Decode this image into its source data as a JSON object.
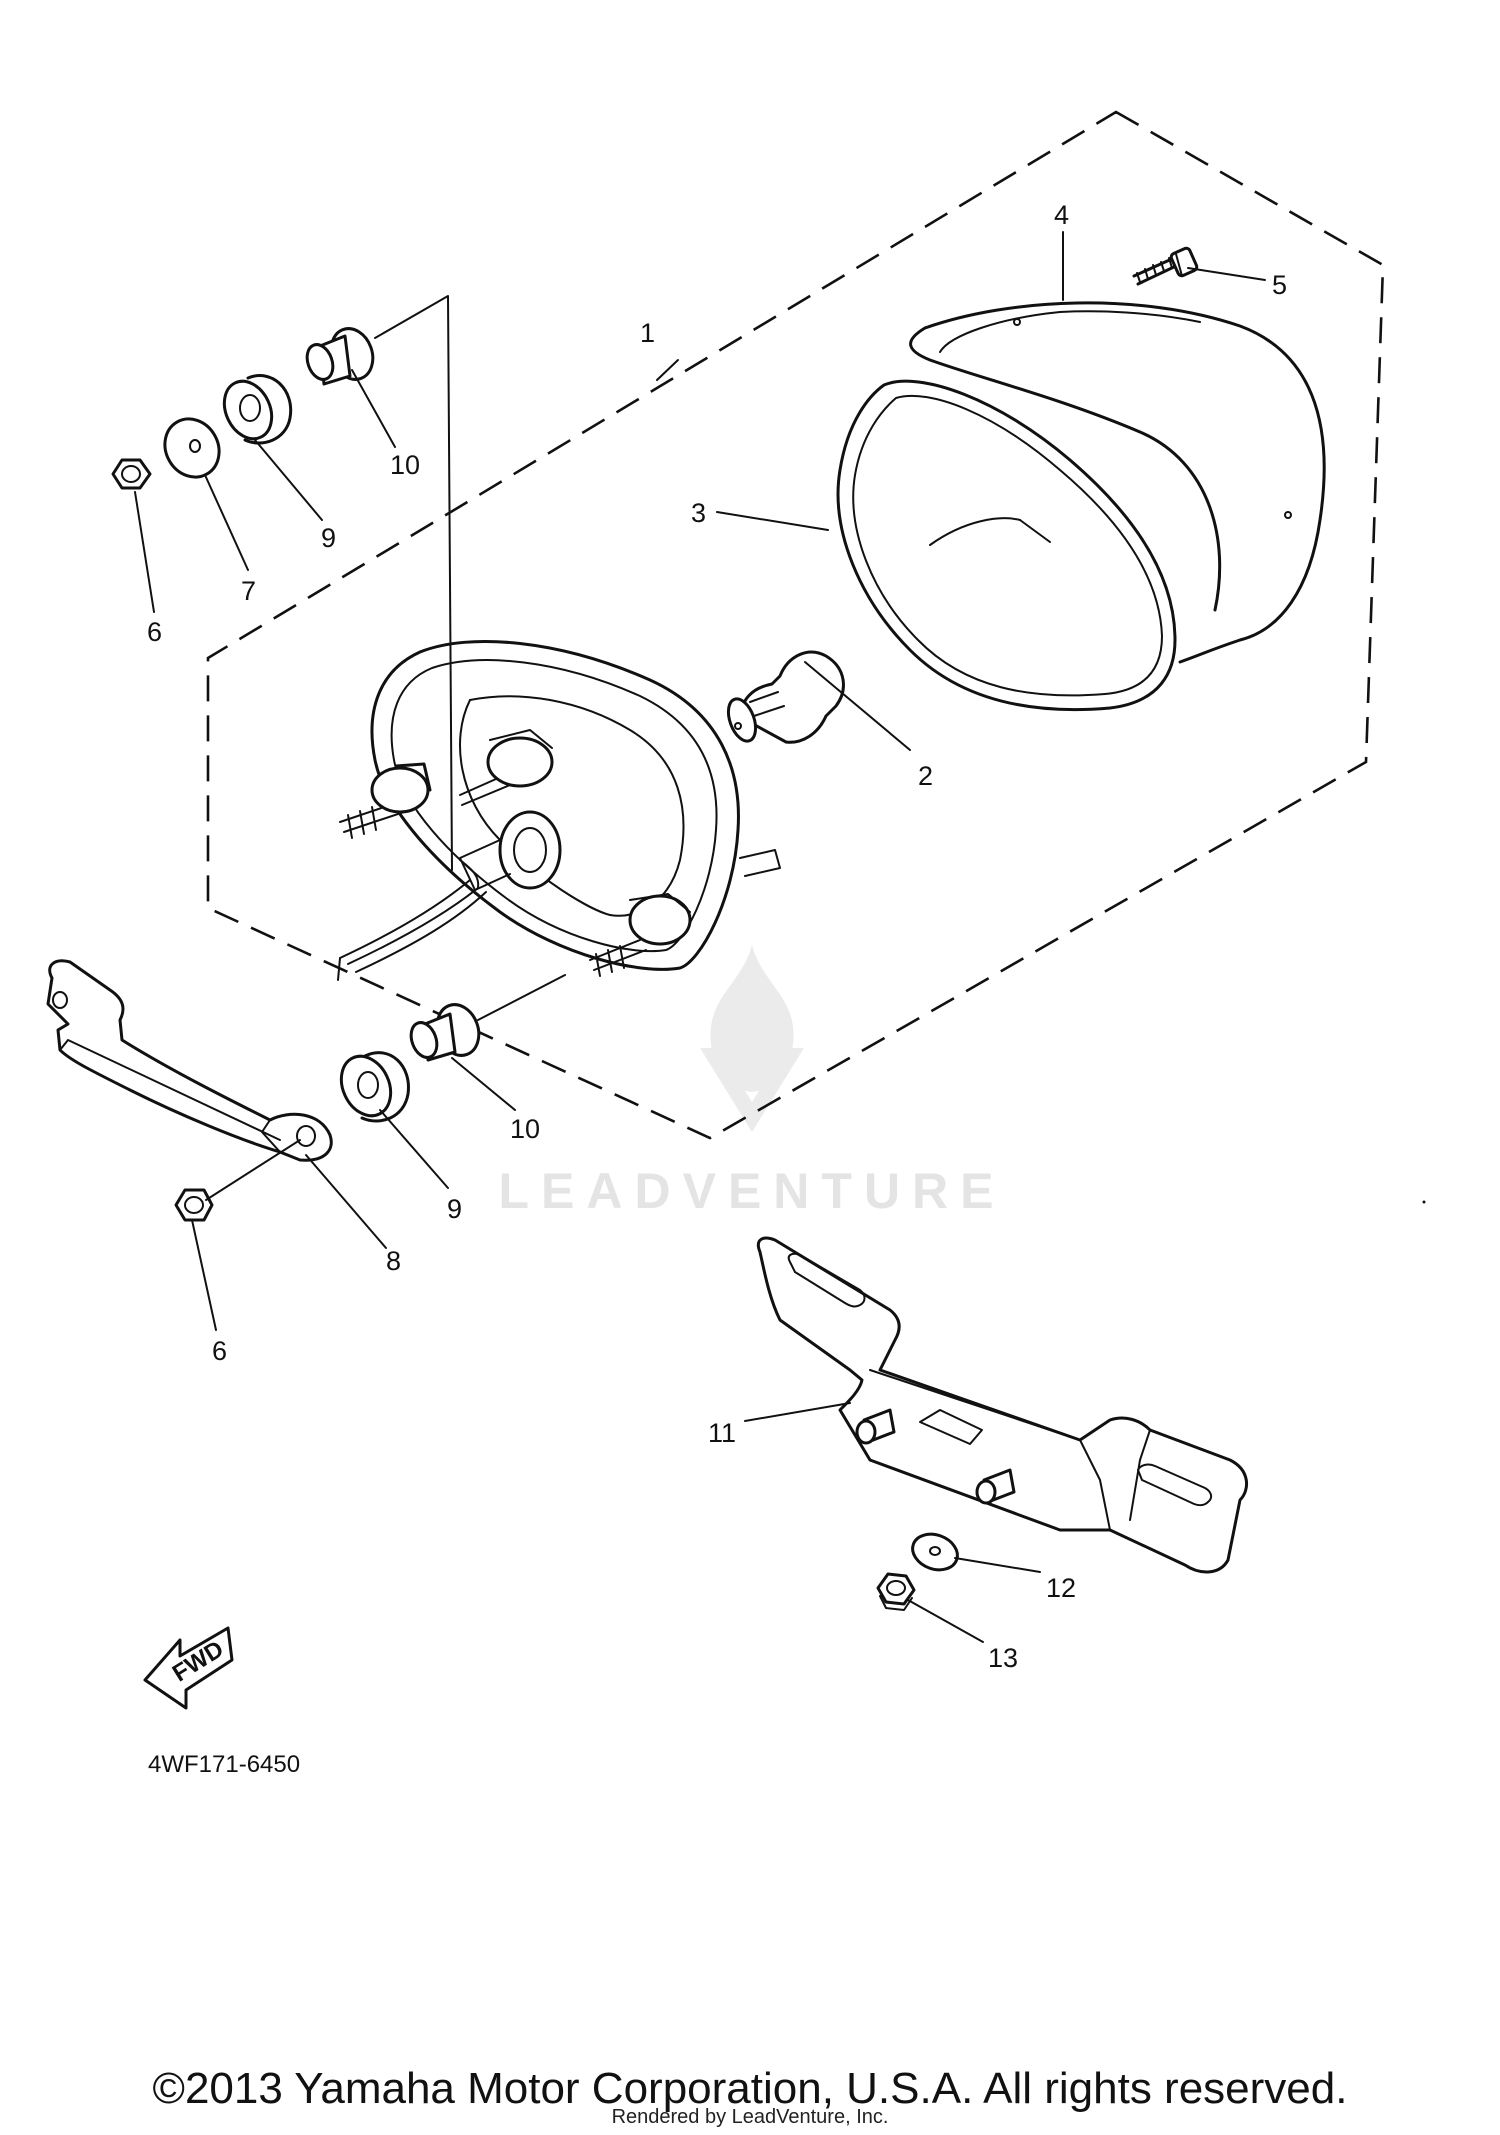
{
  "callouts": {
    "c1": "1",
    "c2": "2",
    "c3": "3",
    "c4": "4",
    "c5": "5",
    "c6a": "6",
    "c6b": "6",
    "c7": "7",
    "c8": "8",
    "c9a": "9",
    "c9b": "9",
    "c10a": "10",
    "c10b": "10",
    "c11": "11",
    "c12": "12",
    "c13": "13"
  },
  "fwd_label": "FWD",
  "diagram_code": "4WF171-6450",
  "watermark": "LEADVENTURE",
  "footer": {
    "copyright": "©2013 Yamaha Motor Corporation, U.S.A. All rights reserved.",
    "rendered_by": "Rendered by LeadVenture, Inc."
  }
}
